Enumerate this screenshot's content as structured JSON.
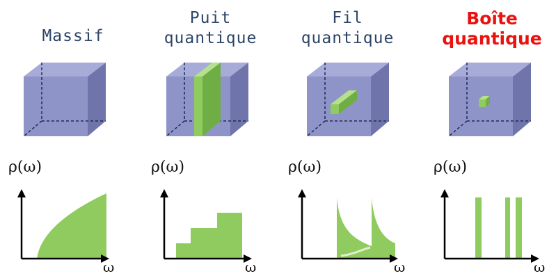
{
  "columns": [
    {
      "title_lines": [
        "Massif"
      ],
      "highlight": false,
      "inclusion": "none",
      "dos": "sqrt"
    },
    {
      "title_lines": [
        "Puit",
        "quantique"
      ],
      "highlight": false,
      "inclusion": "slab",
      "dos": "steps"
    },
    {
      "title_lines": [
        "Fil",
        "quantique"
      ],
      "highlight": false,
      "inclusion": "bar",
      "dos": "peaks"
    },
    {
      "title_lines": [
        "Boîte",
        "quantique"
      ],
      "highlight": true,
      "inclusion": "dot",
      "dos": "deltas"
    }
  ],
  "y_label": "ρ(ω)",
  "x_label": "ω",
  "colors": {
    "title": "#2d4566",
    "highlight_title": "#e8130f",
    "cube_front": "#8f94c8",
    "cube_top": "#a7abd8",
    "cube_side": "#6f74aa",
    "green": "#8fcb5f",
    "green_dark": "#6fae45",
    "axis": "#000000"
  }
}
